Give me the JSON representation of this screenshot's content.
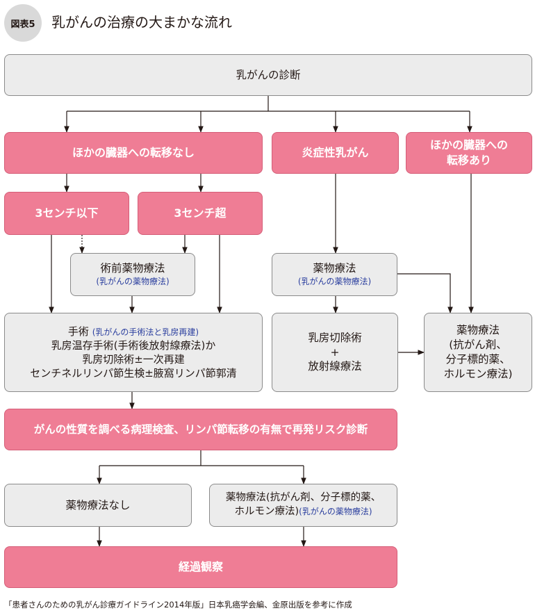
{
  "header": {
    "badge": "図表5",
    "title": "乳がんの治療の大まかな流れ"
  },
  "boxes": {
    "diagnosis": "乳がんの診断",
    "no_metastasis": "ほかの臓器への転移なし",
    "inflammatory": "炎症性乳がん",
    "metastasis_line1": "ほかの臓器への",
    "metastasis_line2": "転移あり",
    "under3": "3センチ以下",
    "over3": "3センチ超",
    "preop_main": "術前薬物療法",
    "preop_ref": "(乳がんの薬物療法)",
    "drug_main": "薬物療法",
    "drug_ref": "(乳がんの薬物療法)",
    "surgery_main": "手術",
    "surgery_ref": "(乳がんの手術法と乳房再建)",
    "surgery_line2": "乳房温存手術(手術後放射線療法)か",
    "surgery_line3": "乳房切除術±一次再建",
    "surgery_line4": "センチネルリンパ節生検±腋窩リンパ節郭清",
    "mastectomy_line1": "乳房切除術",
    "mastectomy_line2": "+",
    "mastectomy_line3": "放射線療法",
    "drug_right_line1": "薬物療法",
    "drug_right_line2": "(抗がん剤、",
    "drug_right_line3": "分子標的薬、",
    "drug_right_line4": "ホルモン療法)",
    "pathology": "がんの性質を調べる病理検査、リンパ節転移の有無で再発リスク診断",
    "no_drug": "薬物療法なし",
    "adjuvant_line1": "薬物療法(抗がん剤、分子標的薬、",
    "adjuvant_line2": "ホルモン療法)",
    "adjuvant_ref": "(乳がんの薬物療法)",
    "observation": "経過観察"
  },
  "footnote": "「患者さんのための乳がん診療ガイドライン2014年版」日本乳癌学会編、金原出版を参考に作成",
  "colors": {
    "pink": "#ef7d95",
    "gray": "#ececec",
    "link": "#2a3e9e",
    "line": "#231815"
  }
}
